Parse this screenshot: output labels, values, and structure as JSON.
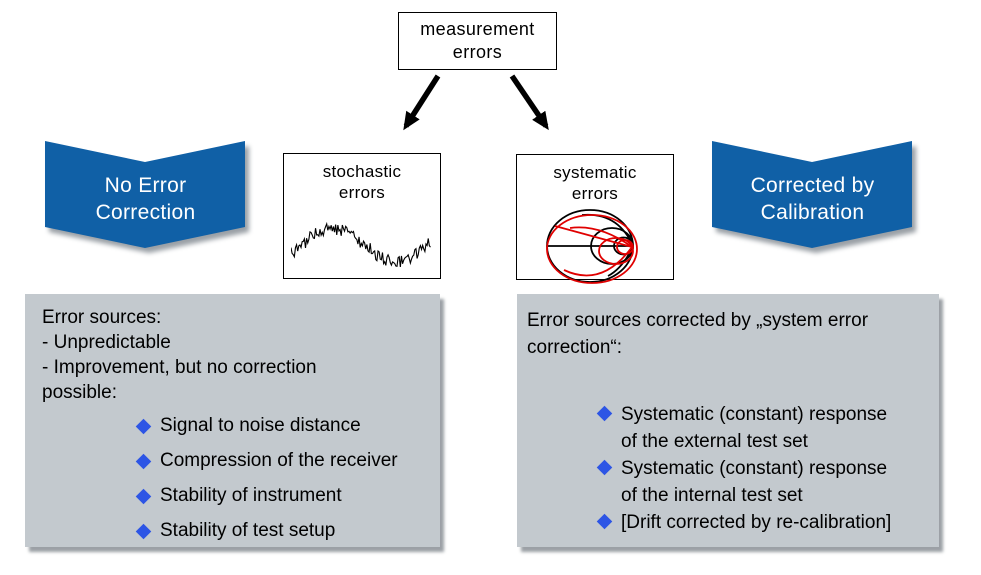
{
  "colors": {
    "banner_blue": "#1060A6",
    "bullet_blue": "#2D55E5",
    "panel_gray": "#C3C9CE",
    "trace_red": "#E00000"
  },
  "root": {
    "label": "measurement\nerrors"
  },
  "stochastic": {
    "label": "stochastic\nerrors",
    "icon": "noise-waveform"
  },
  "systematic": {
    "label": "systematic\nerrors",
    "icon": "smith-chart"
  },
  "left_banner": {
    "label": "No Error\nCorrection"
  },
  "right_banner": {
    "label": "Corrected by\nCalibration"
  },
  "left_panel": {
    "heading": "Error sources:\n- Unpredictable\n- Improvement, but no correction\npossible:",
    "bullets": [
      "Signal to noise distance",
      "Compression of the receiver",
      "Stability of instrument",
      "Stability of test setup"
    ]
  },
  "right_panel": {
    "heading": "Error sources corrected by „system error\ncorrection“:",
    "bullets": [
      "Systematic (constant) response\nof the external test set",
      "Systematic (constant) response\nof the internal test set",
      "[Drift corrected by re-calibration]"
    ]
  }
}
